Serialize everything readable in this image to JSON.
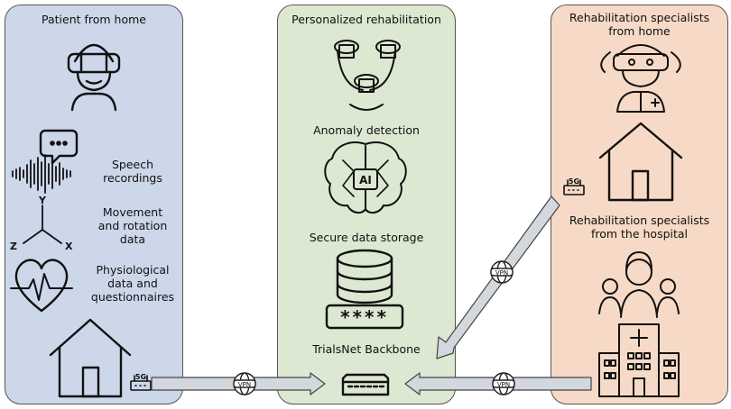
{
  "left_panel": {
    "title": "Patient from home",
    "speech_label": "Speech\nrecordings",
    "movement_label": "Movement\nand rotation\ndata",
    "physio_label": "Physiological\ndata and\nquestionnaires",
    "axis_y": "Y",
    "axis_z": "Z",
    "axis_x": "X"
  },
  "middle_panel": {
    "title": "Personalized rehabilitation",
    "anomaly_label": "Anomaly detection",
    "storage_label": "Secure data storage",
    "backbone_label": "TrialsNet Backbone",
    "ai_text": "AI",
    "password_text": "****"
  },
  "right_panel": {
    "home_title": "Rehabilitation specialists\nfrom home",
    "hospital_title": "Rehabilitation specialists\nfrom the hospital"
  },
  "connections": {
    "vpn_label": "VPN",
    "network_label": "5G"
  },
  "colors": {
    "left_panel_bg": "#cdd7ea",
    "middle_panel_bg": "#dce8d1",
    "right_panel_bg": "#f6d9c6",
    "arrow_fill": "#d3d7de"
  }
}
